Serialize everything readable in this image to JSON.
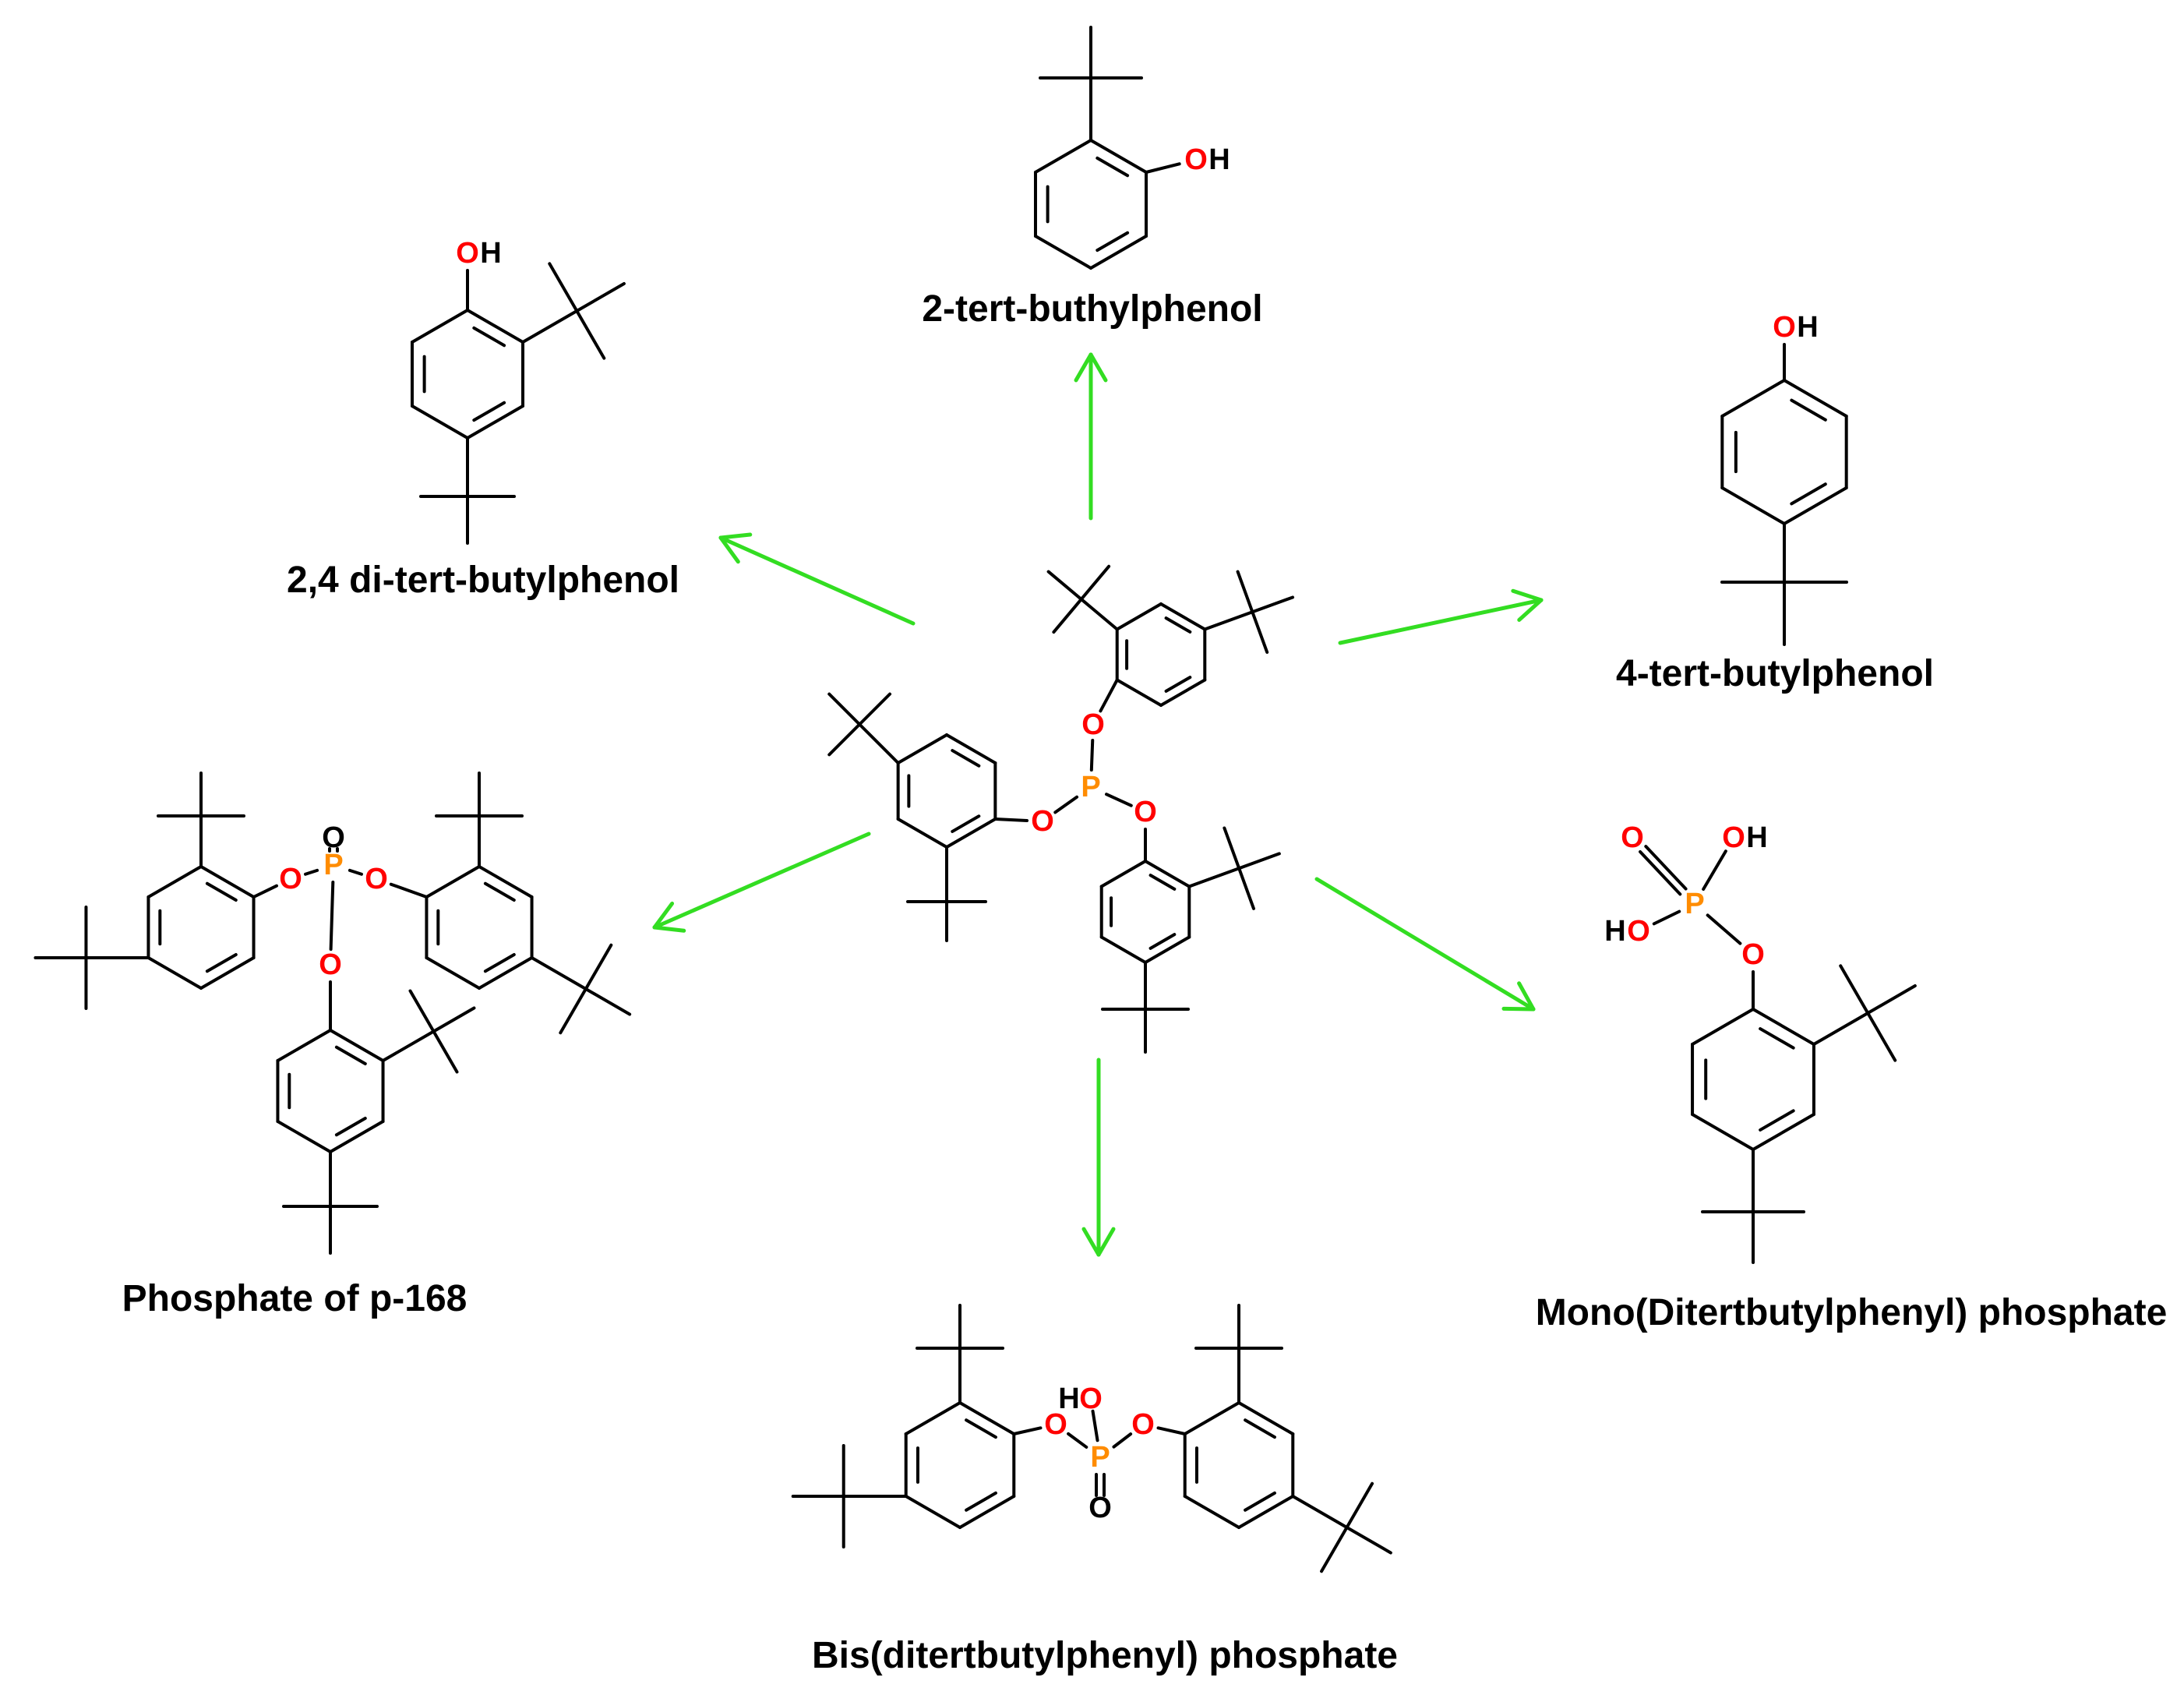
{
  "colors": {
    "bond": "#000000",
    "arrow": "#33dd22",
    "oxygen": "#ff0000",
    "phosphorus": "#ff8c00",
    "hydrogen": "#000000",
    "caption": "#000000"
  },
  "atoms": {
    "oxygen": "O",
    "phosphorus": "P",
    "hydrogen": "H"
  },
  "diagram": {
    "center_compound": "",
    "products": [
      {
        "id": "dtbp24",
        "caption": "2,4 di-tert-butylphenol"
      },
      {
        "id": "tbp2",
        "caption": "2-tert-buthylphenol"
      },
      {
        "id": "tbp4",
        "caption": "4-tert-butylphenol"
      },
      {
        "id": "phos168",
        "caption": "Phosphate of p-168"
      },
      {
        "id": "mono",
        "caption": "Mono(Ditertbutylphenyl) phosphate"
      },
      {
        "id": "bis",
        "caption": "Bis(ditertbutylphenyl) phosphate"
      }
    ]
  }
}
